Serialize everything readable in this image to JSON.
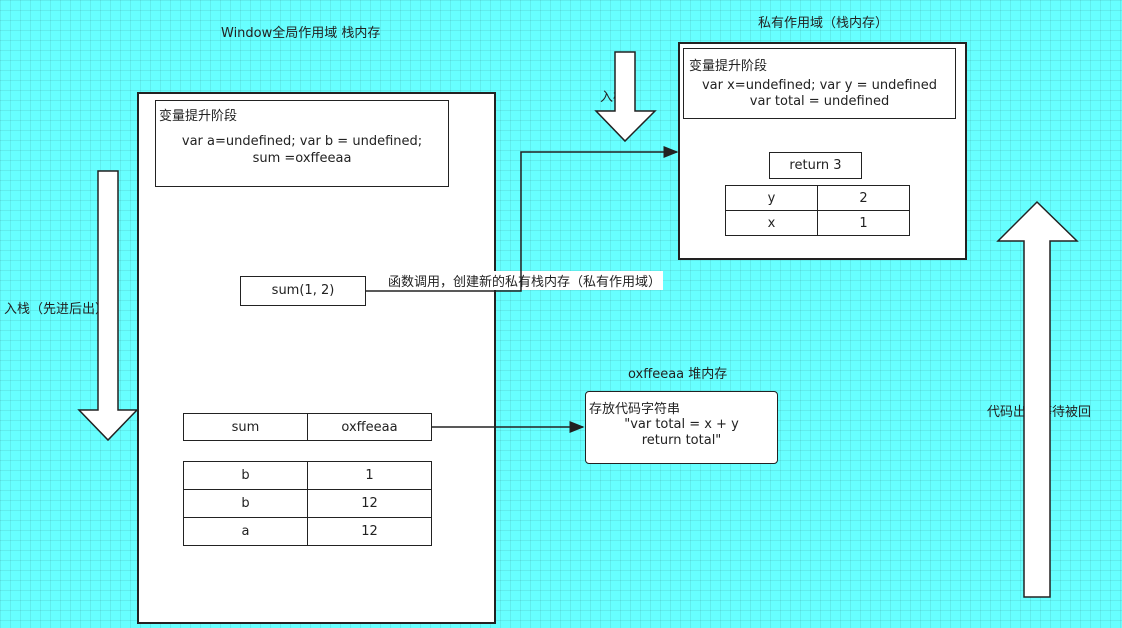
{
  "global_scope": {
    "title": "Window全局作用域  栈内存",
    "hoist": {
      "title": "变量提升阶段",
      "line1": "var a=undefined;  var b = undefined;",
      "line2": "sum =oxffeeaa"
    },
    "call_box": "sum(1, 2)",
    "sum_row": {
      "name": "sum",
      "value": "oxffeeaa"
    },
    "vars": [
      {
        "name": "b",
        "value": "1"
      },
      {
        "name": "b",
        "value": "12"
      },
      {
        "name": "a",
        "value": "12"
      }
    ]
  },
  "stack_push_label": "入栈（先进后出）",
  "call_annotation": "函数调用，创建新的私有栈内存（私有作用域）",
  "private_scope": {
    "title": "私有作用域（栈内存）",
    "push_label": "入栈",
    "hoist": {
      "title": "变量提升阶段",
      "line1": "var x=undefined; var y = undefined",
      "line2": "var total = undefined"
    },
    "return_box": "return 3",
    "vars": [
      {
        "name": "y",
        "value": "2"
      },
      {
        "name": "x",
        "value": "1"
      }
    ]
  },
  "heap": {
    "title": "oxffeeaa 堆内存",
    "box_title": "存放代码字符串",
    "line1": "\"var total = x + y",
    "line2": "return total\""
  },
  "pop_label": "代码出栈等待被回收",
  "colors": {
    "background": "#67ffff",
    "stroke": "#222222",
    "box": "#ffffff"
  }
}
